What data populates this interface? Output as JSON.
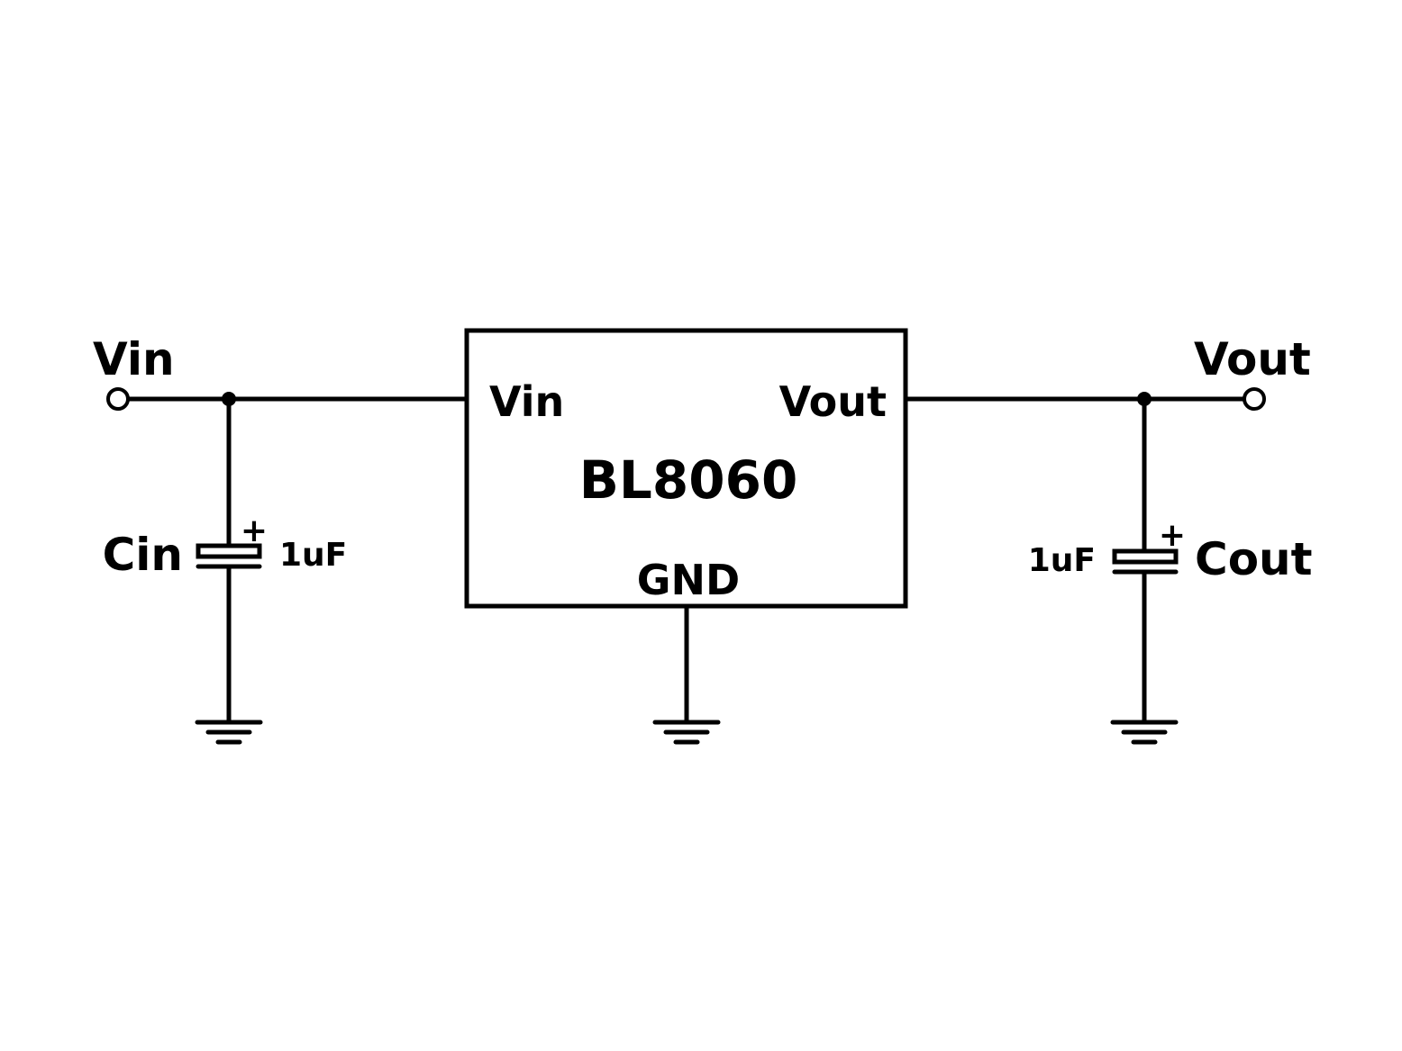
{
  "diagram": {
    "ic": {
      "part_number": "BL8060",
      "pins": {
        "vin": "Vin",
        "vout": "Vout",
        "gnd": "GND"
      }
    },
    "input_terminal_label": "Vin",
    "output_terminal_label": "Vout",
    "input_capacitor": {
      "name": "Cin",
      "value": "1uF",
      "polarity_mark": "+"
    },
    "output_capacitor": {
      "name": "Cout",
      "value": "1uF",
      "polarity_mark": "+"
    },
    "colors": {
      "line": "#000000",
      "background": "#ffffff"
    }
  }
}
